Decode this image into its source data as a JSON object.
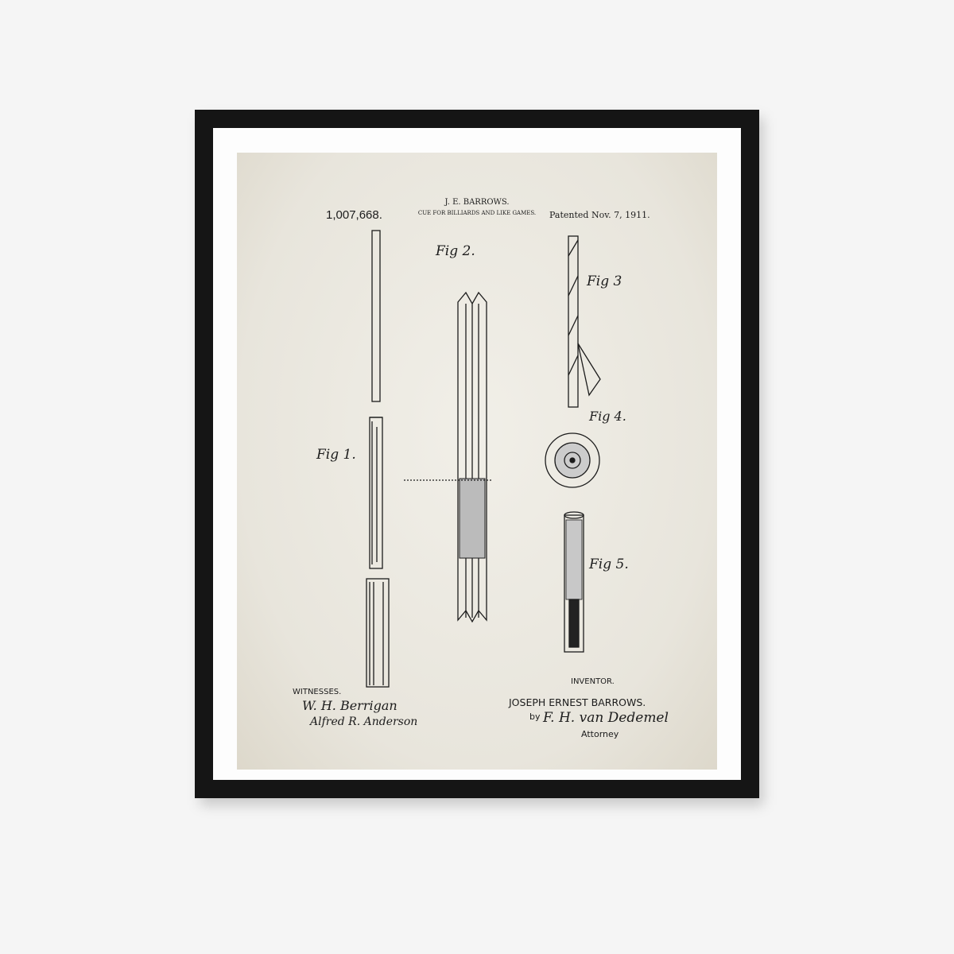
{
  "patent": {
    "inventor_header": "J. E. BARROWS.",
    "title": "CUE FOR BILLIARDS AND LIKE GAMES.",
    "number": "1,007,668.",
    "date": "Patented Nov. 7, 1911."
  },
  "figures": {
    "fig1": "Fig 1.",
    "fig2": "Fig 2.",
    "fig3": "Fig 3",
    "fig4": "Fig 4.",
    "fig5": "Fig 5."
  },
  "footer": {
    "witnesses_label": "WITNESSES.",
    "witness1": "W. H. Berrigan",
    "witness2": "Alfred R. Anderson",
    "inventor_label": "INVENTOR.",
    "inventor_name": "JOSEPH ERNEST BARROWS.",
    "by": "by",
    "attorney_signature": "F. H. van Dedemel",
    "attorney_label": "Attorney"
  }
}
